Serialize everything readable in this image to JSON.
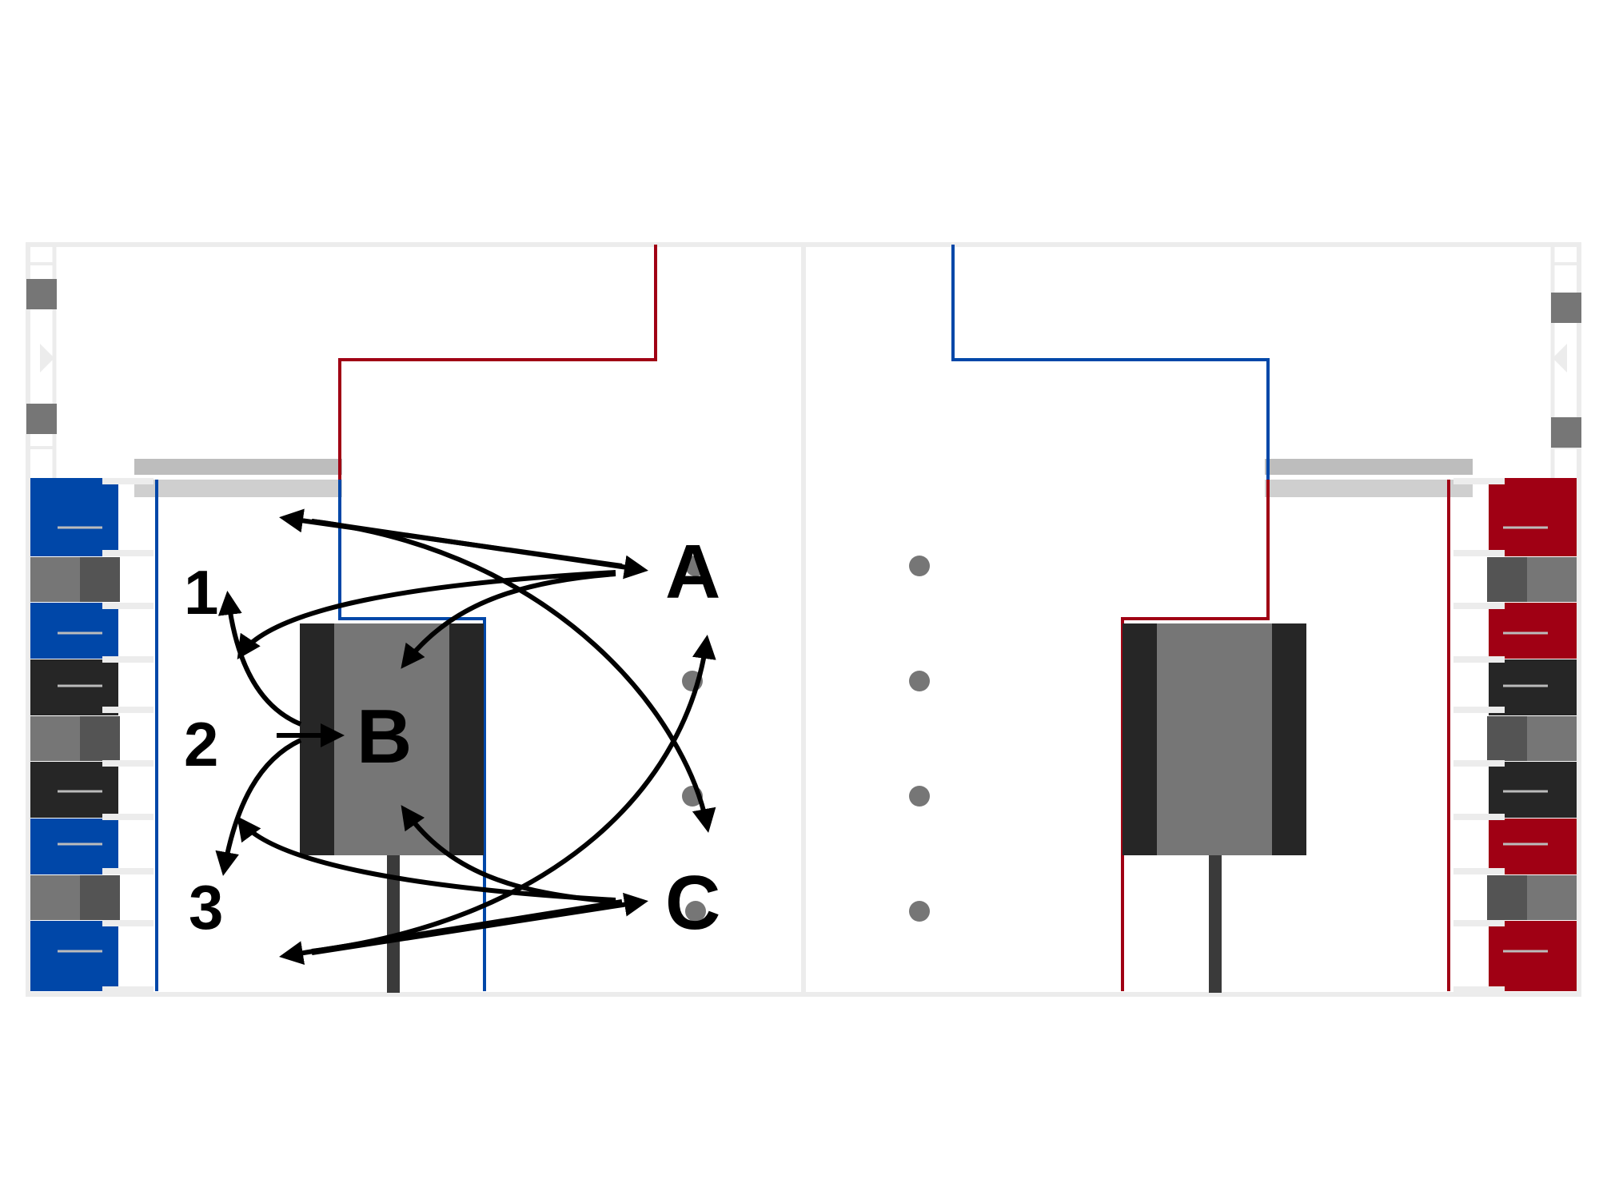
{
  "diagram": {
    "labels": {
      "one": "1",
      "two": "2",
      "three": "3",
      "a": "A",
      "b": "B",
      "c": "C"
    },
    "colors": {
      "blue_team": "#0047A8",
      "red_team": "#A00014",
      "rail": "#ECECEC",
      "dark": "#262626",
      "mid": "#767676",
      "connector": "#BDBDBD",
      "arrow": "#000000"
    }
  }
}
